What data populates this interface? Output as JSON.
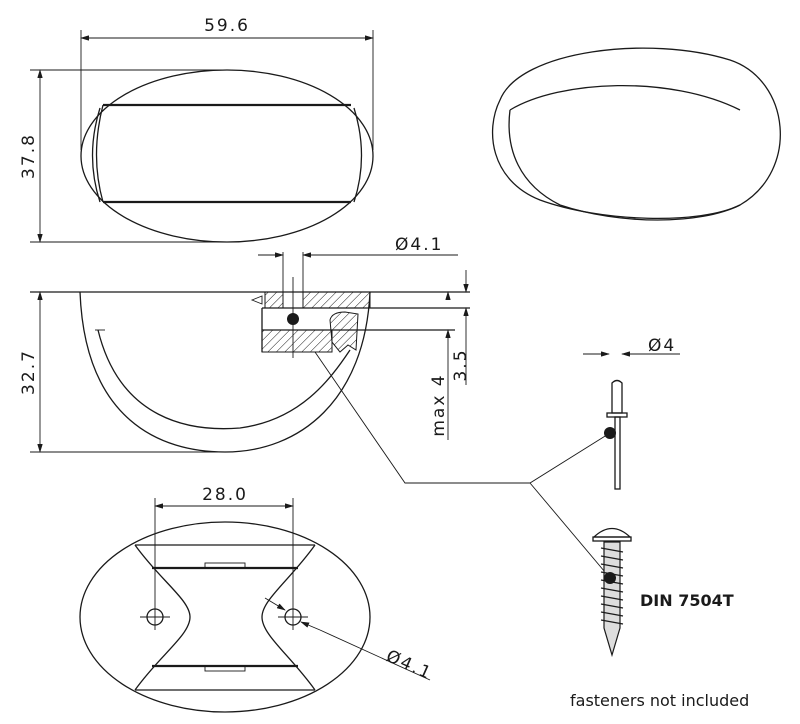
{
  "dimensions": {
    "top_width": "59.6",
    "top_height": "37.8",
    "side_height": "32.7",
    "hole_diameter_section": "Ø4.1",
    "max_thickness": "max 4",
    "panel_thickness": "3.5",
    "rivet_diameter": "Ø4",
    "hole_spacing": "28.0",
    "hole_diameter_bottom": "Ø4.1"
  },
  "labels": {
    "screw_standard": "DIN 7504T",
    "note": "fasteners not included"
  }
}
